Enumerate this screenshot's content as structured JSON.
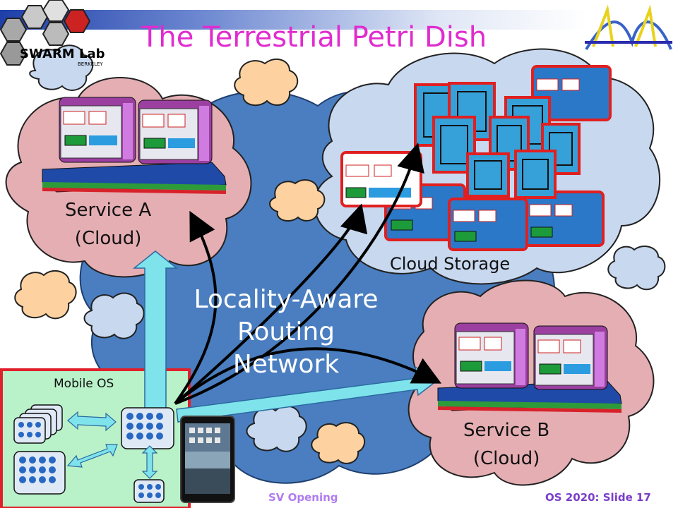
{
  "slide": {
    "title": "The Terrestrial Petri Dish",
    "logo_text": "SWARM Lab",
    "logo_subtext": "BERKELEY",
    "footer_left": "SV         Opening",
    "footer_right": "OS 2020: Slide 17"
  },
  "labels": {
    "service_a": "Service A",
    "service_a_sub": "(Cloud)",
    "service_b": "Service B",
    "service_b_sub": "(Cloud)",
    "cloud_storage": "Cloud Storage",
    "network_line1": "Locality-Aware",
    "network_line2": "Routing",
    "network_line3": "Network",
    "mobile_os": "Mobile OS"
  },
  "icons": {
    "logo": "honeycomb-icon",
    "corner": "bridge-icon",
    "device": "tablet-icon"
  },
  "colors": {
    "title": "#e02ccf",
    "network_cloud": "#4a7ec0",
    "service_cloud": "#e4aeb3",
    "storage_cloud": "#c7d8ef",
    "small_cloud_blue": "#c7d8ef",
    "small_cloud_peach": "#fdd2a0",
    "mobile_box": "#b9f1c9",
    "mobile_border": "#e0202b"
  }
}
